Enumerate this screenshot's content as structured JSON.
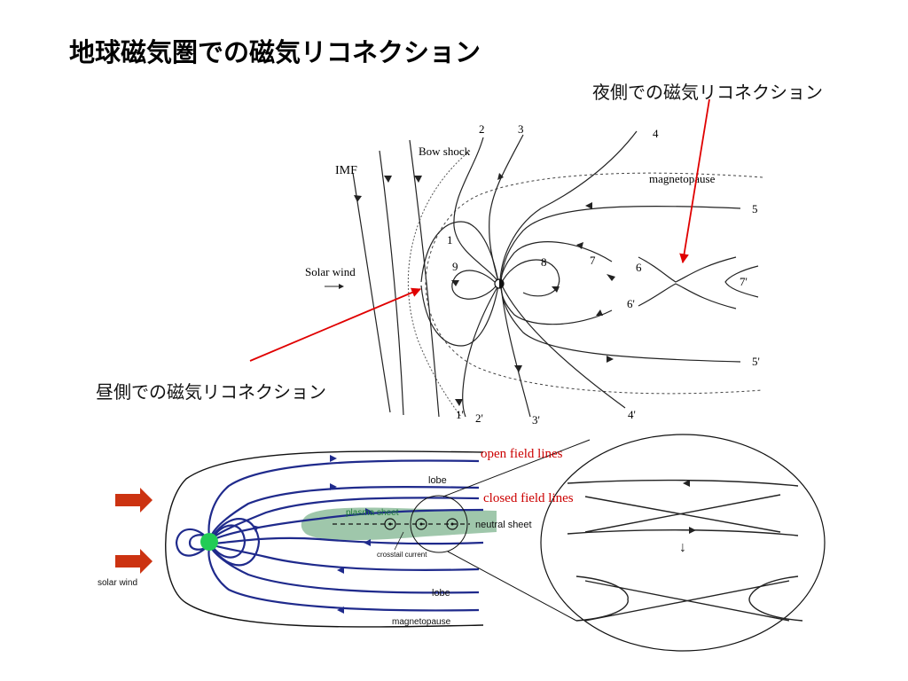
{
  "title": "地球磁気圏での磁気リコネクション",
  "annotations": {
    "nightside": "夜側での磁気リコネクション",
    "dayside": "昼側での磁気リコネクション"
  },
  "top_figure": {
    "imf": "IMF",
    "bow_shock": "Bow shock",
    "solar_wind": "Solar wind",
    "magnetopause": "magnetopause",
    "line_numbers": [
      "1",
      "2",
      "3",
      "4",
      "5",
      "6",
      "7",
      "8",
      "9",
      "1'",
      "2'",
      "3'",
      "4'",
      "5'",
      "6'",
      "7'"
    ]
  },
  "bottom_figure": {
    "open_field_lines": "open field lines",
    "closed_field_lines": "closed field lines",
    "lobe_top": "lobe",
    "lobe_bottom": "lobe",
    "plasma_sheet": "plasma sheet",
    "neutral_sheet": "neutral sheet",
    "crosstail_current": "crosstail current",
    "solar_wind": "solar wind",
    "magnetopause": "magnetopause",
    "colors": {
      "field_line": "#1f2a8c",
      "plasma_sheet": "#7fb48f",
      "earth": "#22cc55",
      "arrow": "#cc3311",
      "annotation_red": "#cc0000"
    }
  }
}
